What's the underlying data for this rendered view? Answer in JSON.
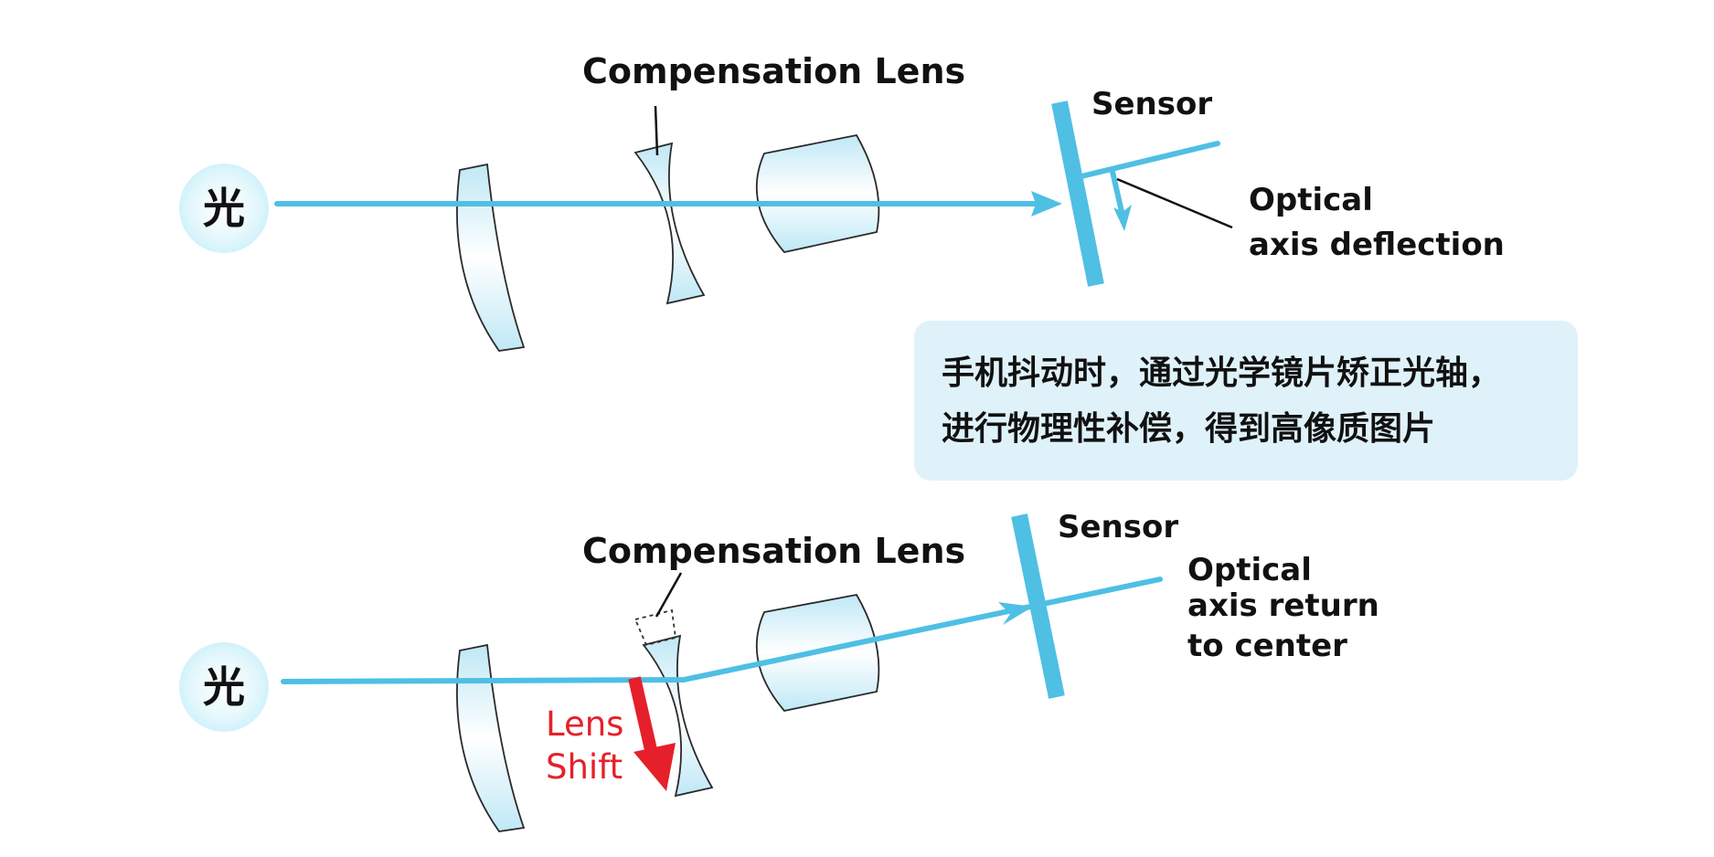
{
  "top_panel": {
    "light_glyph": "光",
    "compensation_label": "Compensation Lens",
    "sensor_label": "Sensor",
    "deflection_label_line1": "Optical",
    "deflection_label_line2": "axis deflection"
  },
  "note": {
    "line1": "手机抖动时，通过光学镜片矫正光轴，",
    "line2": "进行物理性补偿，得到高像质图片"
  },
  "bottom_panel": {
    "light_glyph": "光",
    "compensation_label": "Compensation Lens",
    "sensor_label": "Sensor",
    "return_label_line1": "Optical",
    "return_label_line2": "axis return",
    "return_label_line3": "to center",
    "shift_label_line1": "Lens",
    "shift_label_line2": "Shift"
  },
  "colors": {
    "beam": "#4fbfe4",
    "lens_fill_light": "#ffffff",
    "lens_fill_tint": "#bfe8f6",
    "note_background": "#dff2fa",
    "light_source_background": "#dff6fb",
    "shift_arrow": "#e5202a"
  }
}
